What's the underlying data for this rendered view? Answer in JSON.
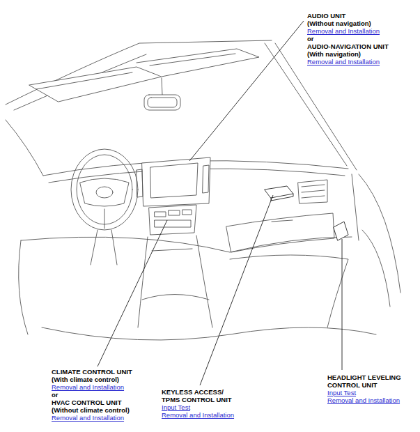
{
  "diagram": {
    "labels": [
      "AUDIO UNIT",
      "(Without navigation)",
      "Removal and Installation",
      "or",
      "AUDIO-NAVIGATION UNIT",
      "(With navigation)",
      "Removal and Installation",
      "CLIMATE CONTROL UNIT",
      "(With climate control)",
      "Removal and Installation",
      "or",
      "HVAC CONTROL UNIT",
      "(Without climate control)",
      "Removal and Installation",
      "KEYLESS ACCESS/ TPMS CONTROL UNIT",
      "Input Test",
      "Removal and Installation",
      "HEADLIGHT LEVELING CONTROL UNIT",
      "Input Test",
      "Removal and Installation"
    ]
  }
}
